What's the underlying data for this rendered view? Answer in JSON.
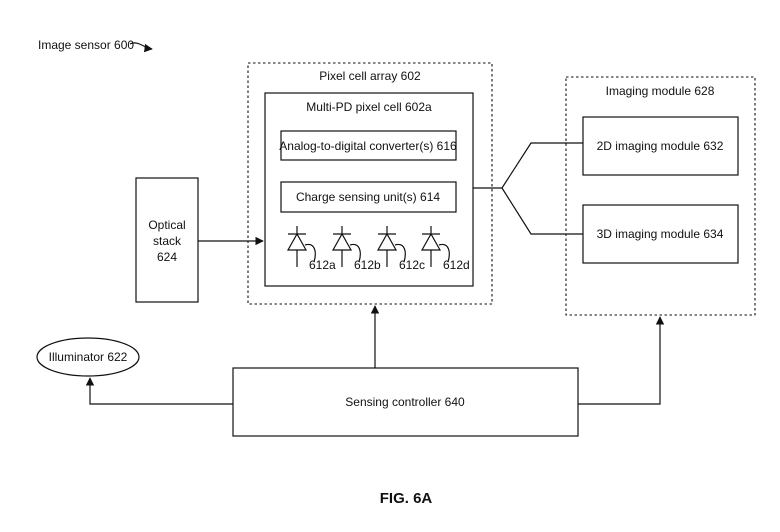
{
  "diagram": {
    "image_sensor_label": "Image sensor 600",
    "pixel_cell_array_label": "Pixel cell array 602",
    "multi_pd_label": "Multi-PD pixel cell 602a",
    "adc_label": "Analog-to-digital converter(s) 616",
    "charge_sensing_label": "Charge sensing unit(s) 614",
    "photodiodes": [
      "612a",
      "612b",
      "612c",
      "612d"
    ],
    "optical_stack_label": [
      "Optical",
      "stack",
      "624"
    ],
    "imaging_module_label": "Imaging module 628",
    "imaging_2d_label": "2D imaging module 632",
    "imaging_3d_label": "3D imaging module 634",
    "illuminator_label": "Illuminator 622",
    "sensing_controller_label": "Sensing controller 640",
    "figure_label": "FIG. 6A"
  }
}
